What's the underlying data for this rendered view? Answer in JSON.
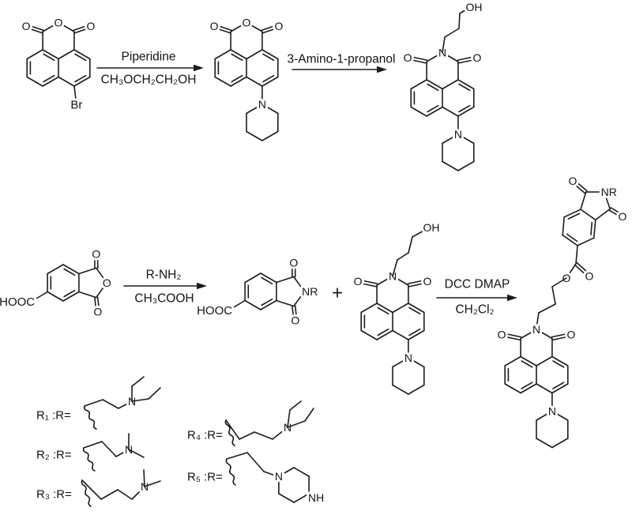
{
  "reaction_scheme": {
    "step1": {
      "reagent": "Piperidine",
      "solvent": "CH₃OCH₂CH₂OH"
    },
    "step2": {
      "reagent": "3-Amino-1-propanol"
    },
    "step3": {
      "reagent": "R-NH₂",
      "solvent": "CH₃COOH"
    },
    "step4": {
      "reagent": "DCC DMAP",
      "solvent": "CH₂Cl₂"
    },
    "plus_sign": "+"
  },
  "atoms": {
    "O": "O",
    "N": "N",
    "OH": "OH",
    "NH": "NH",
    "NR": "NR",
    "Br": "Br",
    "HOOC": "HOOC"
  },
  "r_groups": {
    "r1_label": "R₁ :R=",
    "r2_label": "R₂ :R=",
    "r3_label": "R₃ :R=",
    "r4_label": "R₄ :R=",
    "r5_label": "R₅ :R="
  },
  "colors": {
    "bond": "#1c1c1c",
    "background": "#ffffff"
  }
}
